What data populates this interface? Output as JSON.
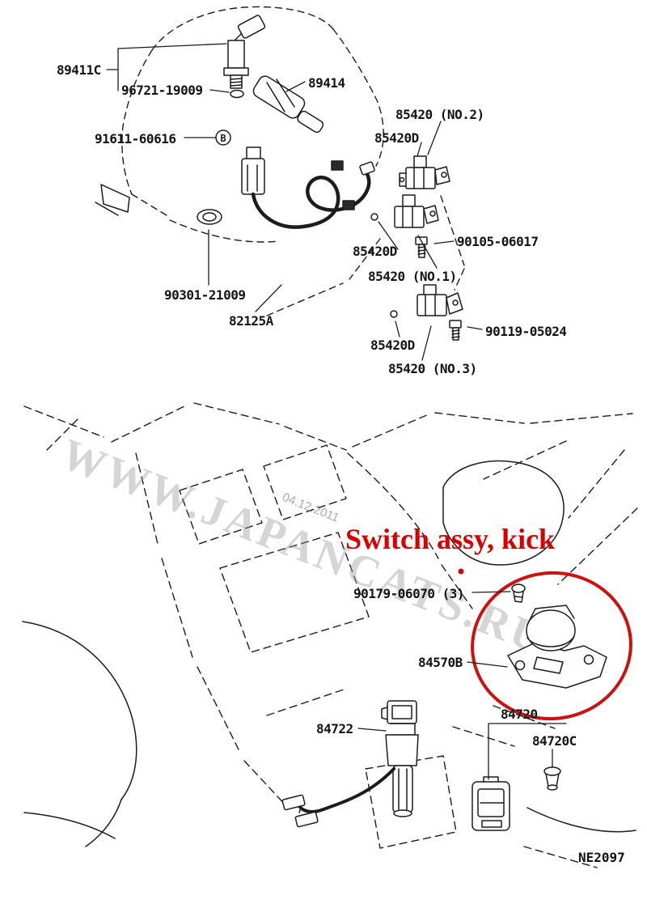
{
  "diagram": {
    "drawing_number": "NE2097",
    "watermark": {
      "site": "WWW.JAPANCATS.RU",
      "date": "04.12.2011"
    },
    "highlight": {
      "label": "Switch assy, kick",
      "color": "#d90000"
    },
    "symbols": {
      "circled_b": "B"
    },
    "part_labels": {
      "l_89411c": "89411C",
      "l_96721": "96721-19009",
      "l_89414": "89414",
      "l_91611": "91611-60616",
      "l_85420_no2": "85420 (NO.2)",
      "l_85420d_a": "85420D",
      "l_85420d_b": "85420D",
      "l_90105": "90105-06017",
      "l_85420_no1": "85420 (NO.1)",
      "l_90301": "90301-21009",
      "l_82125a": "82125A",
      "l_90119": "90119-05024",
      "l_85420d_c": "85420D",
      "l_85420_no3": "85420 (NO.3)",
      "l_90179": "90179-06070 (3)",
      "l_84570b": "84570B",
      "l_84720": "84720",
      "l_84722": "84722",
      "l_84720c": "84720C"
    }
  }
}
